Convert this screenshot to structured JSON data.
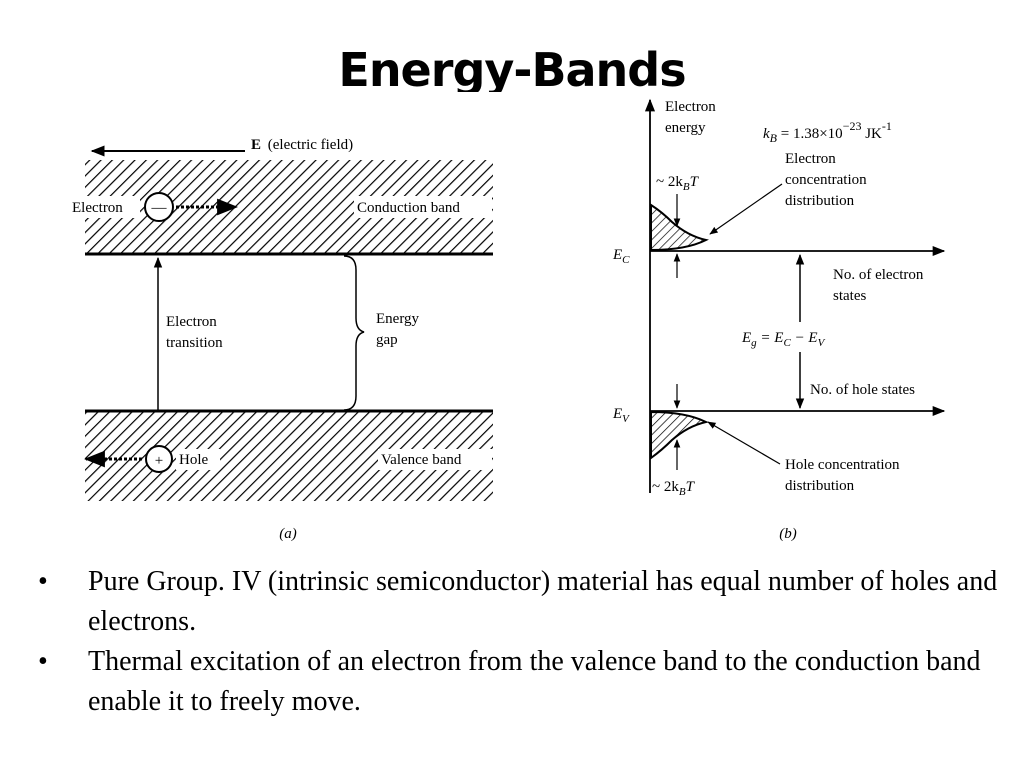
{
  "slide": {
    "title": "Energy-Bands"
  },
  "figure_a": {
    "field_label_bold": "E",
    "field_label_rest": "(electric field)",
    "electron_label": "Electron",
    "conduction_label": "Conduction band",
    "transition_line1": "Electron",
    "transition_line2": "transition",
    "gap_line1": "Energy",
    "gap_line2": "gap",
    "hole_label": "Hole",
    "valence_label": "Valence band",
    "electron_sign": "—",
    "hole_sign": "+",
    "caption": "(a)"
  },
  "figure_b": {
    "axis_line1": "Electron",
    "axis_line2": "energy",
    "kb_formula": "k",
    "kb_sub": "B",
    "kb_value": " = 1.38×10",
    "kb_exp": "−23",
    "kb_unit": " JK",
    "kb_unit_exp": "-1",
    "width_top": "~ 2k",
    "width_top_sub": "B",
    "width_top_T": "T",
    "width_bottom": "~ 2k",
    "width_bottom_sub": "B",
    "width_bottom_T": "T",
    "electron_conc_line1": "Electron",
    "electron_conc_line2": "concentration",
    "electron_conc_line3": "distribution",
    "ec_label": "E",
    "ec_sub": "C",
    "ev_label": "E",
    "ev_sub": "V",
    "electron_states_line1": "No. of electron",
    "electron_states_line2": "states",
    "eg_formula_E": "E",
    "eg_formula_g": "g",
    "eg_formula_mid": " = E",
    "eg_formula_C": "C",
    "eg_formula_minus": " − E",
    "eg_formula_V": "V",
    "hole_states": "No. of hole states",
    "hole_conc_line1": "Hole concentration",
    "hole_conc_line2": "distribution",
    "caption": "(b)"
  },
  "bullets": [
    "Pure Group. IV (intrinsic semiconductor)  material has equal number of holes and electrons.",
    "Thermal excitation of an electron from the valence band to the conduction band enable it to freely move."
  ],
  "bullet_marker": "•"
}
